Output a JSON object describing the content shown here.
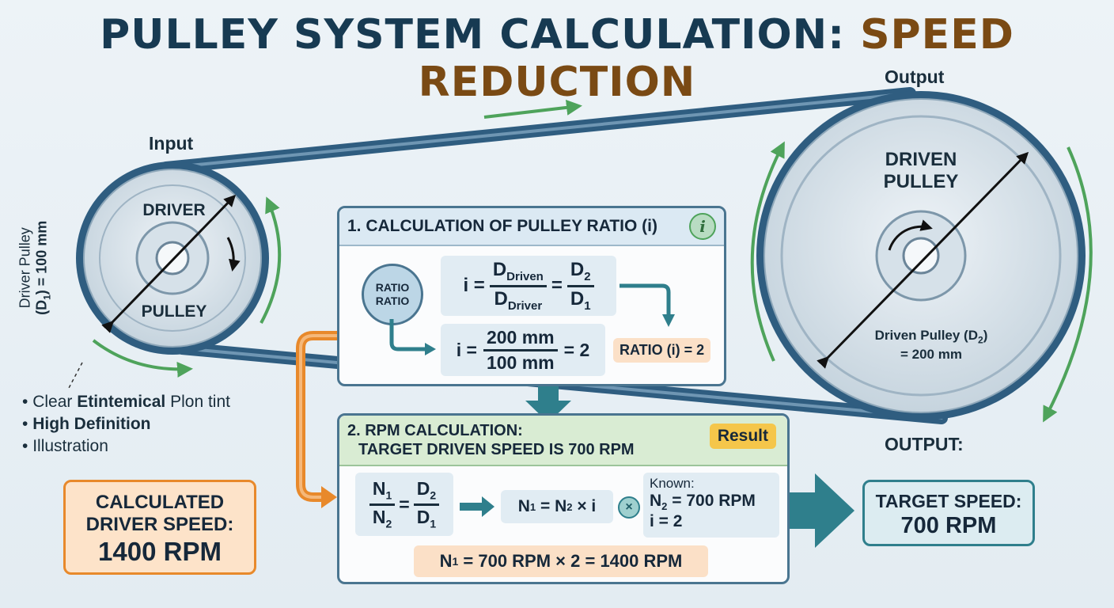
{
  "title": {
    "main": "PULLEY SYSTEM CALCULATION: ",
    "accent": "SPEED REDUCTION"
  },
  "labels": {
    "input": "Input",
    "output_top": "Output",
    "output_bottom": "OUTPUT:",
    "driver_line1": "DRIVER",
    "driver_line2": "PULLEY",
    "driven_line1": "DRIVEN",
    "driven_line2": "PULLEY",
    "driver_dim_line1": "Driver Pulley",
    "driver_dim_line2_pre": "(D",
    "driver_dim_line2_sub": "1",
    "driver_dim_line2_post": ") = 100 mm",
    "driven_dim_line1_pre": "Driven Pulley (D",
    "driven_dim_line1_sub": "2",
    "driven_dim_line1_post": ")",
    "driven_dim_line2": "= 200 mm"
  },
  "bullets": [
    {
      "pre": "Clear ",
      "bold": "Etintemical",
      "post": " Plon tint"
    },
    {
      "pre": "",
      "bold": "High Definition",
      "post": ""
    },
    {
      "pre": "Illustration",
      "bold": "",
      "post": ""
    }
  ],
  "panel1": {
    "heading": "1. CALCULATION OF PULLEY RATIO (i)",
    "info_icon": "i",
    "badge_line1": "RATIO",
    "badge_line2": "RATIO",
    "formula1": {
      "lhs": "i =",
      "num_main": "D",
      "num_sub": "Driven",
      "den_main": "D",
      "den_sub": "Driver",
      "eq": "=",
      "num2_main": "D",
      "num2_sub": "2",
      "den2_main": "D",
      "den2_sub": "1"
    },
    "formula2": {
      "lhs": "i =",
      "num": "200 mm",
      "den": "100 mm",
      "rhs": "= 2"
    },
    "ratio_result": "RATIO (i) = 2"
  },
  "panel2": {
    "heading_line1": "2. RPM CALCULATION:",
    "heading_line2": "TARGET DRIVEN SPEED IS 700 RPM",
    "result_badge": "Result",
    "formula_a": {
      "n1": "N",
      "n1sub": "1",
      "n2": "N",
      "n2sub": "2",
      "eq": "=",
      "d2": "D",
      "d2sub": "2",
      "d1": "D",
      "d1sub": "1"
    },
    "formula_b": {
      "pre": "N",
      "sub1": "1",
      "mid": " = N",
      "sub2": "2",
      "post": " × i"
    },
    "known": {
      "label": "Known:",
      "line1_pre": "N",
      "line1_sub": "2",
      "line1_post": " = 700 RPM",
      "line2": "i = 2"
    },
    "final": {
      "pre": "N",
      "sub": "1",
      "post": " = 700 RPM × 2 = 1400 RPM"
    }
  },
  "calculated_box": {
    "line1": "CALCULATED",
    "line2": "DRIVER SPEED:",
    "line3": "1400 RPM"
  },
  "target_box": {
    "line1": "TARGET SPEED:",
    "line2": "700 RPM"
  },
  "colors": {
    "belt": "#2f5d80",
    "arrow_green": "#4ea35b",
    "arrow_teal": "#2f7f8c",
    "arrow_orange": "#e8892b",
    "title_accent": "#7a4a14"
  },
  "icons": [
    "info-icon",
    "multiply-circle-icon",
    "rotation-arrow-icon",
    "flow-arrow-icon"
  ]
}
